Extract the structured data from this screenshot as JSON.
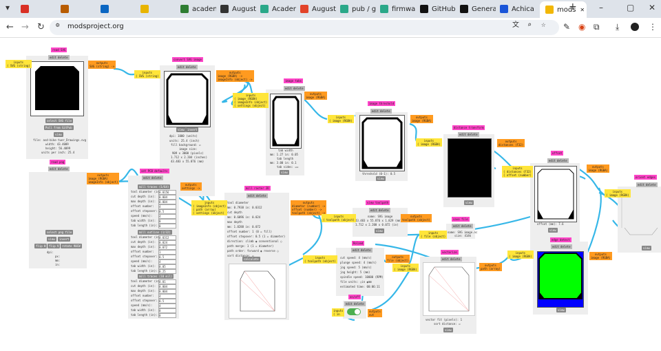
{
  "browser": {
    "tabs": [
      {
        "label": "",
        "icon": "mail-icon",
        "color": "#d93025"
      },
      {
        "label": "",
        "icon": "shop-icon",
        "color": "#b85c00"
      },
      {
        "label": "",
        "icon": "outlook-icon",
        "color": "#0a66c2"
      },
      {
        "label": "",
        "icon": "folder-icon",
        "color": "#e8b400"
      },
      {
        "label": "acaden",
        "icon": "academany-icon",
        "color": "#2e7d32"
      },
      {
        "label": "August",
        "icon": "github-icon",
        "color": "#333333"
      },
      {
        "label": "Acader",
        "icon": "cloud-icon",
        "color": "#2aa889"
      },
      {
        "label": "August",
        "icon": "gitlab-icon",
        "color": "#e24329"
      },
      {
        "label": "pub / g",
        "icon": "cloud-icon",
        "color": "#2aa889"
      },
      {
        "label": "firmwa",
        "icon": "cloud-icon",
        "color": "#2aa889"
      },
      {
        "label": "GitHub",
        "icon": "github-icon",
        "color": "#111111"
      },
      {
        "label": "Genera",
        "icon": "openai-icon",
        "color": "#111111"
      },
      {
        "label": "Achica",
        "icon": "app-icon",
        "color": "#1a55d8"
      },
      {
        "label": "mods",
        "icon": "sunglasses-icon",
        "color": "#f2b705"
      }
    ],
    "url": "modsproject.org"
  },
  "mods": {
    "read_svg": {
      "title": "read SVG",
      "edit": "edit delete",
      "in": "inputs",
      "in1": "( SVG (string)",
      "out": "outputs",
      "out1": "SVG (string) ->",
      "btn1": "select SVG file",
      "btn2": "Pull from GitPub",
      "btn3": "view",
      "info": [
        "file: asd-bike-tuer_Drawings.svg",
        "width: 43.4009",
        "height: 56.4099",
        "units per inch: 25.4"
      ]
    },
    "convert": {
      "title": "convert SVG image",
      "edit": "edit delete",
      "in": "inputs",
      "in1": "( SVG (string)",
      "out": "outputs",
      "out1": "image (RGBA) ->",
      "out2": "imageInfo (object) ->",
      "btn1": "view",
      "btn2": "invert",
      "info": [
        "dpi: 1000 (units)",
        "units: 25.4 (inch)",
        "fill background: ☑",
        "image size:",
        "909 x 3000 (pixels)",
        "1.712 x 2.204 (inches)",
        "43.483 x 55.876 (mm)"
      ]
    },
    "read_png": {
      "title": "read png",
      "edit": "edit delete",
      "btn1": "select png file",
      "btn2": "view",
      "btn3": "invert",
      "btn4": "flip H",
      "btn5": "flip V",
      "btn6": "rotate 90CW",
      "info": [
        "dpi:",
        "px:",
        "mm:",
        "in:"
      ],
      "out": "outputs",
      "out1": "image (RGBA)",
      "out2": "imageInfo (object)"
    },
    "set_pcb": {
      "title": "set PCB defaults",
      "edit": "edit delete",
      "sec1": "mill traces (1/64)",
      "sec2": "mill outline (1/32)",
      "sec3": "mill traces (10 mil)",
      "labels": [
        "tool diameter (in):",
        "cut depth (in):",
        "max depth (in):",
        "offset number:",
        "offset stepover:",
        "speed (mm/s):",
        "tab width (in):",
        "tab length (in):"
      ],
      "vals1": [
        "0.0156",
        "0.004",
        "0.004",
        "4",
        "0.5",
        "4",
        "0",
        "0"
      ],
      "vals2": [
        "0.0312",
        "0.024",
        "0.072",
        "1",
        "0.5",
        "4",
        "0.05",
        "0.25"
      ],
      "vals3": [
        "0.01",
        "0.004",
        "0.004",
        "4",
        "0.5",
        "4",
        "0",
        "0"
      ],
      "out": "outputs",
      "out1": "settings ->"
    },
    "image_tabs": {
      "title": "image tabs",
      "edit": "edit delete",
      "in": "inputs",
      "in1": "( image (RGBA)",
      "in2": "( imageInfo (object)",
      "in3": "( settings (object)",
      "out": "outputs",
      "out1": "image (RGBA)",
      "info": [
        "tab width",
        "mm: 1.27  in: 0.05",
        "tab length",
        "mm: 3.00  in: 0.1",
        "tab sides: ☑☑"
      ],
      "btn": "view"
    },
    "threshold": {
      "title": "image threshold",
      "edit": "edit delete",
      "in": "inputs",
      "in1": "( image (RGBA)",
      "out": "outputs",
      "out1": "image (RGBA)",
      "info": "threshold (0-1): 0.5",
      "btn": "view"
    },
    "distance": {
      "title": "distance transform",
      "edit": "edit delete",
      "in": "inputs",
      "in1": "( image (RGBA)",
      "out": "outputs",
      "out1": "distances (F32)",
      "btn": "view"
    },
    "offset": {
      "title": "offset",
      "edit": "edit delete",
      "in": "inputs",
      "in1": "( distances (F32)",
      "in2": "( offset (number)",
      "out": "outputs",
      "out1": "image (RGBA)",
      "info": "offset (mm): 7.6",
      "btn": "view"
    },
    "orient": {
      "title": "orient edges",
      "edit": "edit delete",
      "in": "inputs",
      "in1": "( image (RGBA)",
      "btn": "view"
    },
    "mill_raster": {
      "title": "mill raster 2D",
      "edit": "edit delete",
      "in": "inputs",
      "in1": "( imageInfo (object)",
      "in2": "( path (array)",
      "in3": "( settings (object)",
      "out": "outputs",
      "out1": "diameter (number) ->",
      "out2": "offset (number) ->",
      "out3": "toolpath (object) ->",
      "info": [
        "tool diameter",
        "mm: 0.7938  in: 0.0312",
        "cut depth",
        "mm: 0.6096  in: 0.024",
        "max depth",
        "mm: 1.8288  in: 0.072",
        "offset number: 1  (0 = fill)",
        "offset stepover: 0.5  (1 = diameter)",
        "direction: climb ◉ conventional ○",
        "path merge: 1  (1 = diameter)",
        "path order: forward ◉ reverse ○",
        "sort distance: ☑"
      ],
      "btn": "calculate"
    },
    "view_toolpath": {
      "title": "view toolpath",
      "edit": "edit delete",
      "in": "inputs",
      "in1": "( toolpath (object)",
      "out": "outputs",
      "out1": "toolpath (object)",
      "info": [
        "name: SVG image",
        "43.483 x 55.876 x 1.829 (mm)",
        "1.712 x 2.200 x 0.072 (in)"
      ],
      "btn": "view"
    },
    "save_file": {
      "title": "save file",
      "edit": "edit delete",
      "in": "inputs",
      "in1": "( file (object)",
      "info": [
        "name: SVG image.nc",
        "size: 414k"
      ]
    },
    "roland": {
      "title": "Roland",
      "edit": "edit delete",
      "in": "inputs",
      "in1": "( toolpath (object)",
      "out": "outputs",
      "out1": "file (object)",
      "info": [
        "cut speed: 4  (mm/s)",
        "plunge speed: 4  (mm/s)",
        "jog speed: 5  (mm/s)",
        "jog height: 5  (mm)",
        "spindle speed: 10000  (RPM)",
        "file units: ○in ◉mm",
        "estimated time: 00:06:11"
      ]
    },
    "on_off": {
      "title": "on/off",
      "edit": "edit delete",
      "in": "inputs",
      "in1": "( in",
      "out": "outputs",
      "out1": "out"
    },
    "vectorize": {
      "title": "vectorize",
      "edit": "edit delete",
      "in": "inputs",
      "in1": "( image (RGBA)",
      "out": "outputs",
      "out1": "path (array)",
      "info": [
        "vector fit (pixels): 1",
        "sort distance: ☑"
      ],
      "btn": "view"
    },
    "edge_detect": {
      "title": "edge detect",
      "edit": "edit delete",
      "in": "inputs",
      "in1": "( image (RGBA)",
      "out": "outputs",
      "out1": "image (RGBA)",
      "btn": "view"
    }
  }
}
